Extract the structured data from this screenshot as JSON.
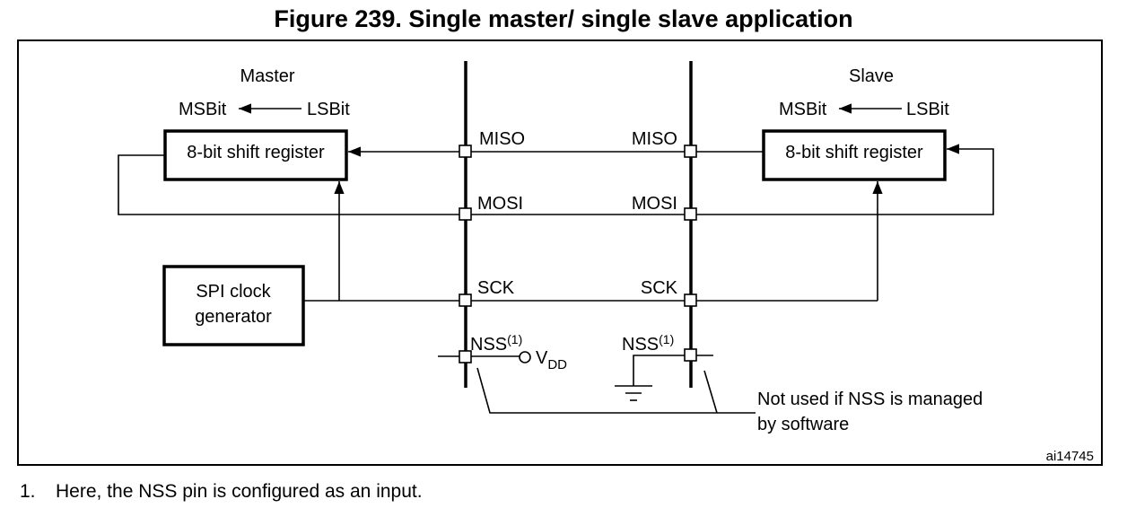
{
  "figure": {
    "title": "Figure 239. Single master/ single slave application",
    "id_label": "ai14745"
  },
  "master": {
    "label": "Master",
    "msbit": "MSBit",
    "lsbit": "LSBit",
    "shift_register": "8-bit shift register",
    "clock_line1": "SPI clock",
    "clock_line2": "generator"
  },
  "slave": {
    "label": "Slave",
    "msbit": "MSBit",
    "lsbit": "LSBit",
    "shift_register": "8-bit shift register"
  },
  "signals": {
    "miso": "MISO",
    "mosi": "MOSI",
    "sck": "SCK",
    "nss": "NSS",
    "nss_note_ref": "(1)",
    "vdd": "V",
    "vdd_sub": "DD"
  },
  "annotation": {
    "line1": "Not used if NSS is managed",
    "line2": "by software"
  },
  "footnote": {
    "number": "1.",
    "text": "Here, the NSS pin is configured as an input."
  }
}
